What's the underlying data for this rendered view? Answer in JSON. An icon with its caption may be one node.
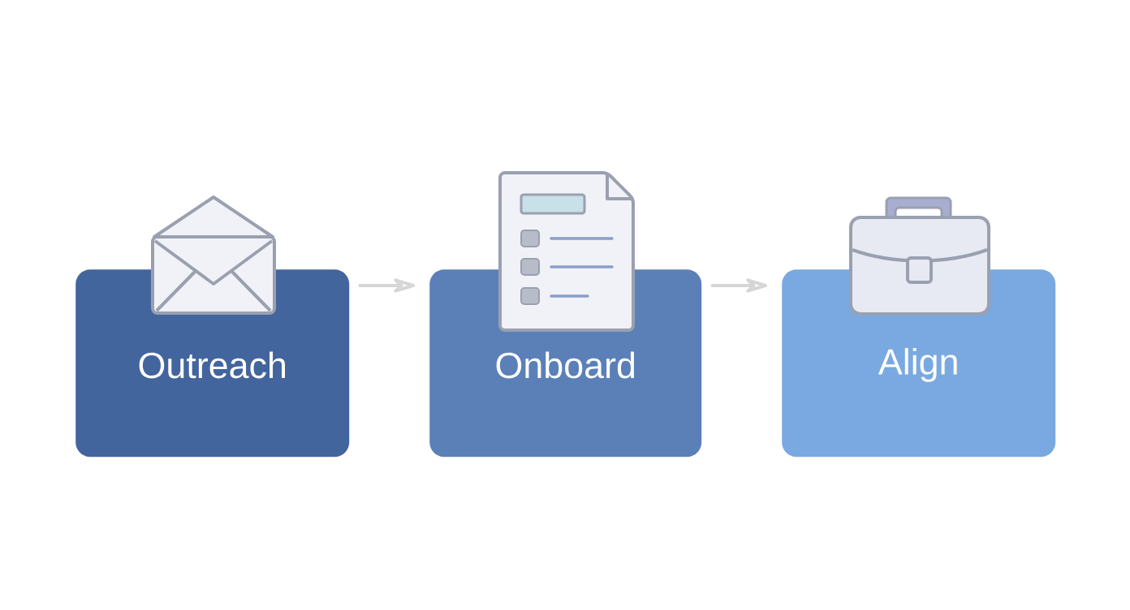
{
  "diagram": {
    "nodes": [
      {
        "text": [
          "Outreach"
        ]
      },
      {
        "text": [
          "Onboard"
        ]
      },
      {
        "text": [
          "Align"
        ]
      }
    ],
    "edges": [
      {
        "from": 0,
        "to": 1,
        "arrow": "to"
      },
      {
        "from": 1,
        "to": 2,
        "arrow": "to"
      }
    ]
  }
}
